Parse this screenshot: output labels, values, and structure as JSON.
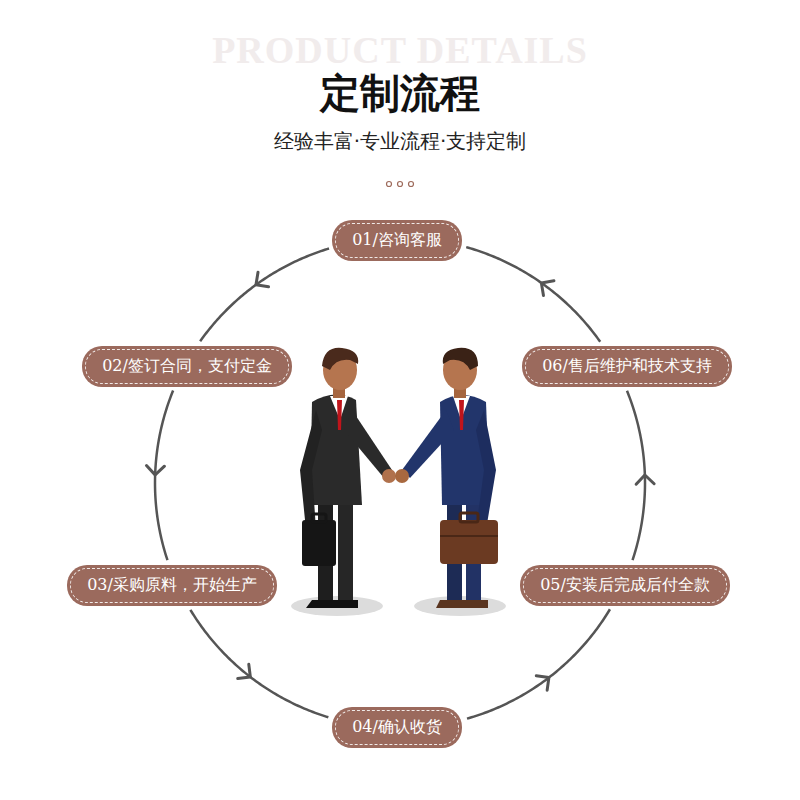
{
  "diagram": {
    "title": "定制流程",
    "nodes": [
      {
        "text": [
          "01/咨询客服"
        ]
      },
      {
        "text": [
          "02/签订合同，支付定金"
        ]
      },
      {
        "text": [
          "03/采购原料，开始生产"
        ]
      },
      {
        "text": [
          "04/确认收货"
        ]
      },
      {
        "text": [
          "05/安装后完成后付全款"
        ]
      },
      {
        "text": [
          "06/售后维护和技术支持"
        ]
      }
    ],
    "edges": [
      {
        "from": 0,
        "to": 1,
        "arrow": "to"
      },
      {
        "from": 1,
        "to": 2,
        "arrow": "to"
      },
      {
        "from": 2,
        "to": 3,
        "arrow": "to"
      },
      {
        "from": 3,
        "to": 4,
        "arrow": "to"
      },
      {
        "from": 4,
        "to": 5,
        "arrow": "to"
      },
      {
        "from": 5,
        "to": 0,
        "arrow": "to"
      }
    ],
    "labels": [
      "PRODUCT DETAILS",
      "经验丰富·专业流程·支持定制"
    ]
  }
}
